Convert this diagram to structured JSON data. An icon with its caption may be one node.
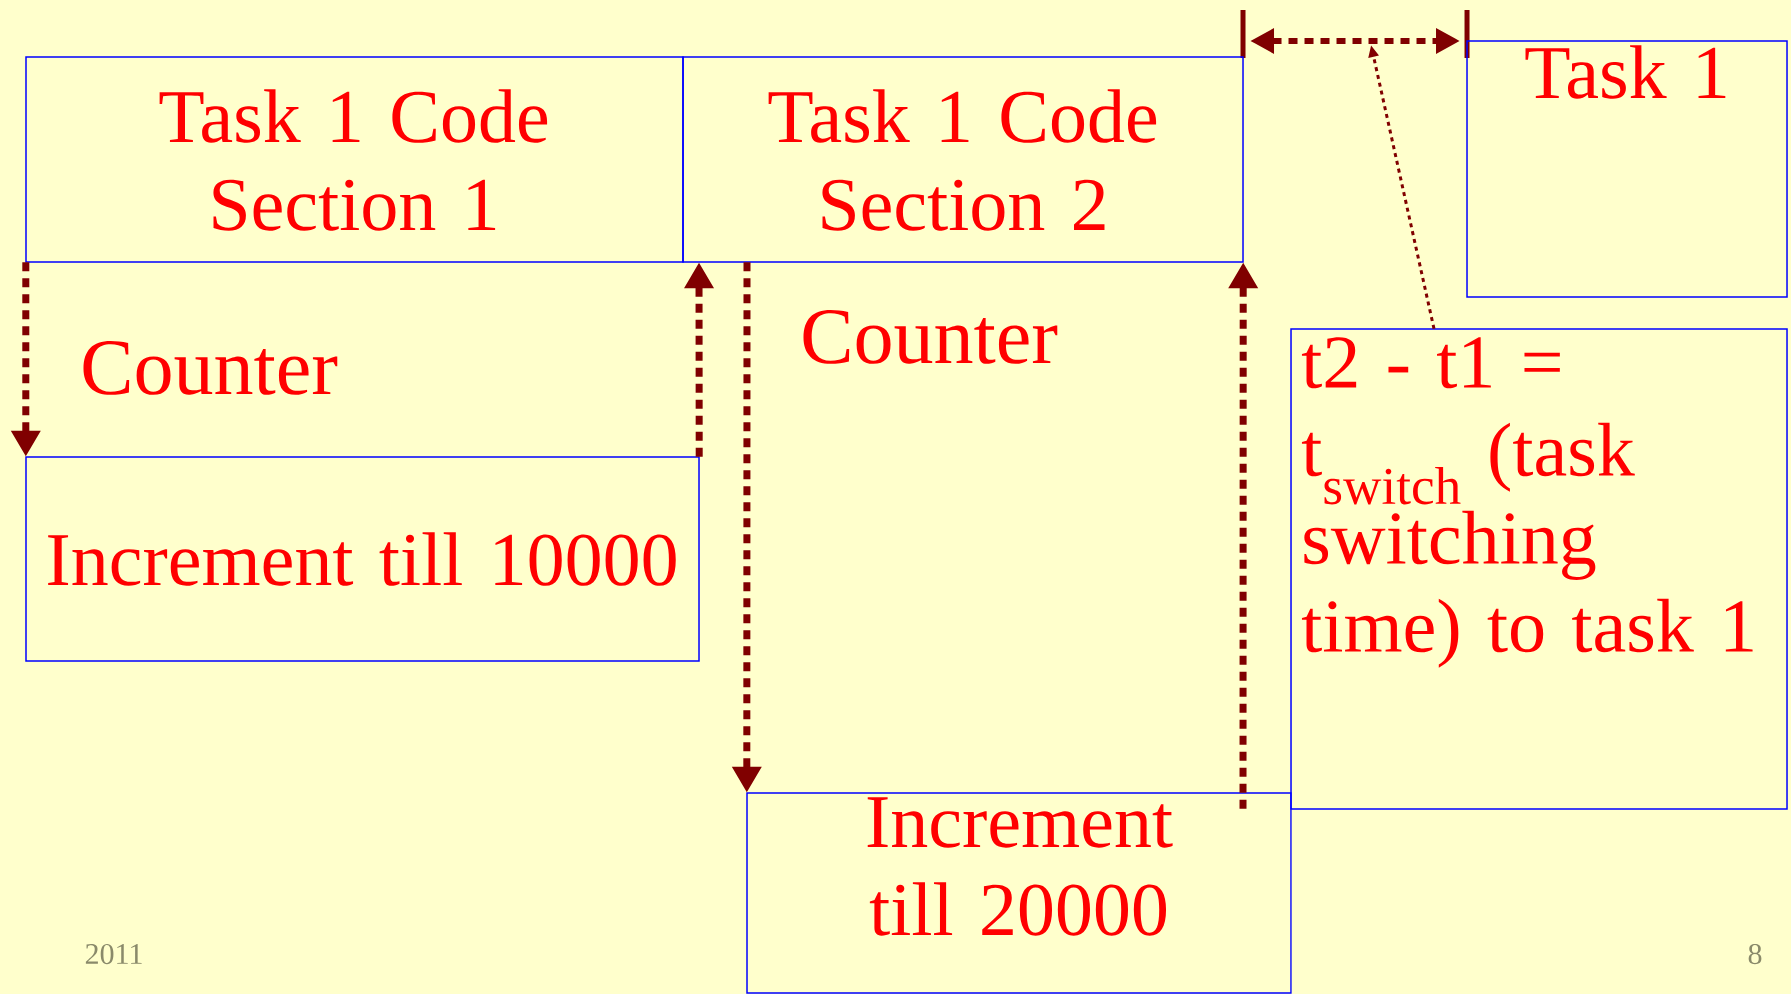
{
  "diagram": {
    "nodes": [
      {
        "text": [
          "Task 1 Code Section 1"
        ]
      },
      {
        "text": [
          "Task 1 Code Section 2"
        ]
      },
      {
        "text": [
          "Task 1"
        ]
      },
      {
        "text": [
          "Increment till 10000"
        ]
      },
      {
        "text": [
          "Increment till 20000"
        ]
      },
      {
        "text": [
          "t2 - t1 = t$_{switch}$ (task switching time) to task 1"
        ]
      }
    ],
    "edges": [
      {
        "from": 0,
        "to": 3,
        "arrow": "to"
      },
      {
        "from": 3,
        "to": 0,
        "arrow": "to"
      },
      {
        "from": 1,
        "to": 4,
        "arrow": "to"
      },
      {
        "from": 4,
        "to": 1,
        "arrow": "to"
      },
      {
        "from": 5,
        "to": null,
        "arrow": "to",
        "style": "dashed"
      }
    ],
    "labels": [
      "Counter",
      "Counter",
      "2011",
      "8"
    ]
  }
}
